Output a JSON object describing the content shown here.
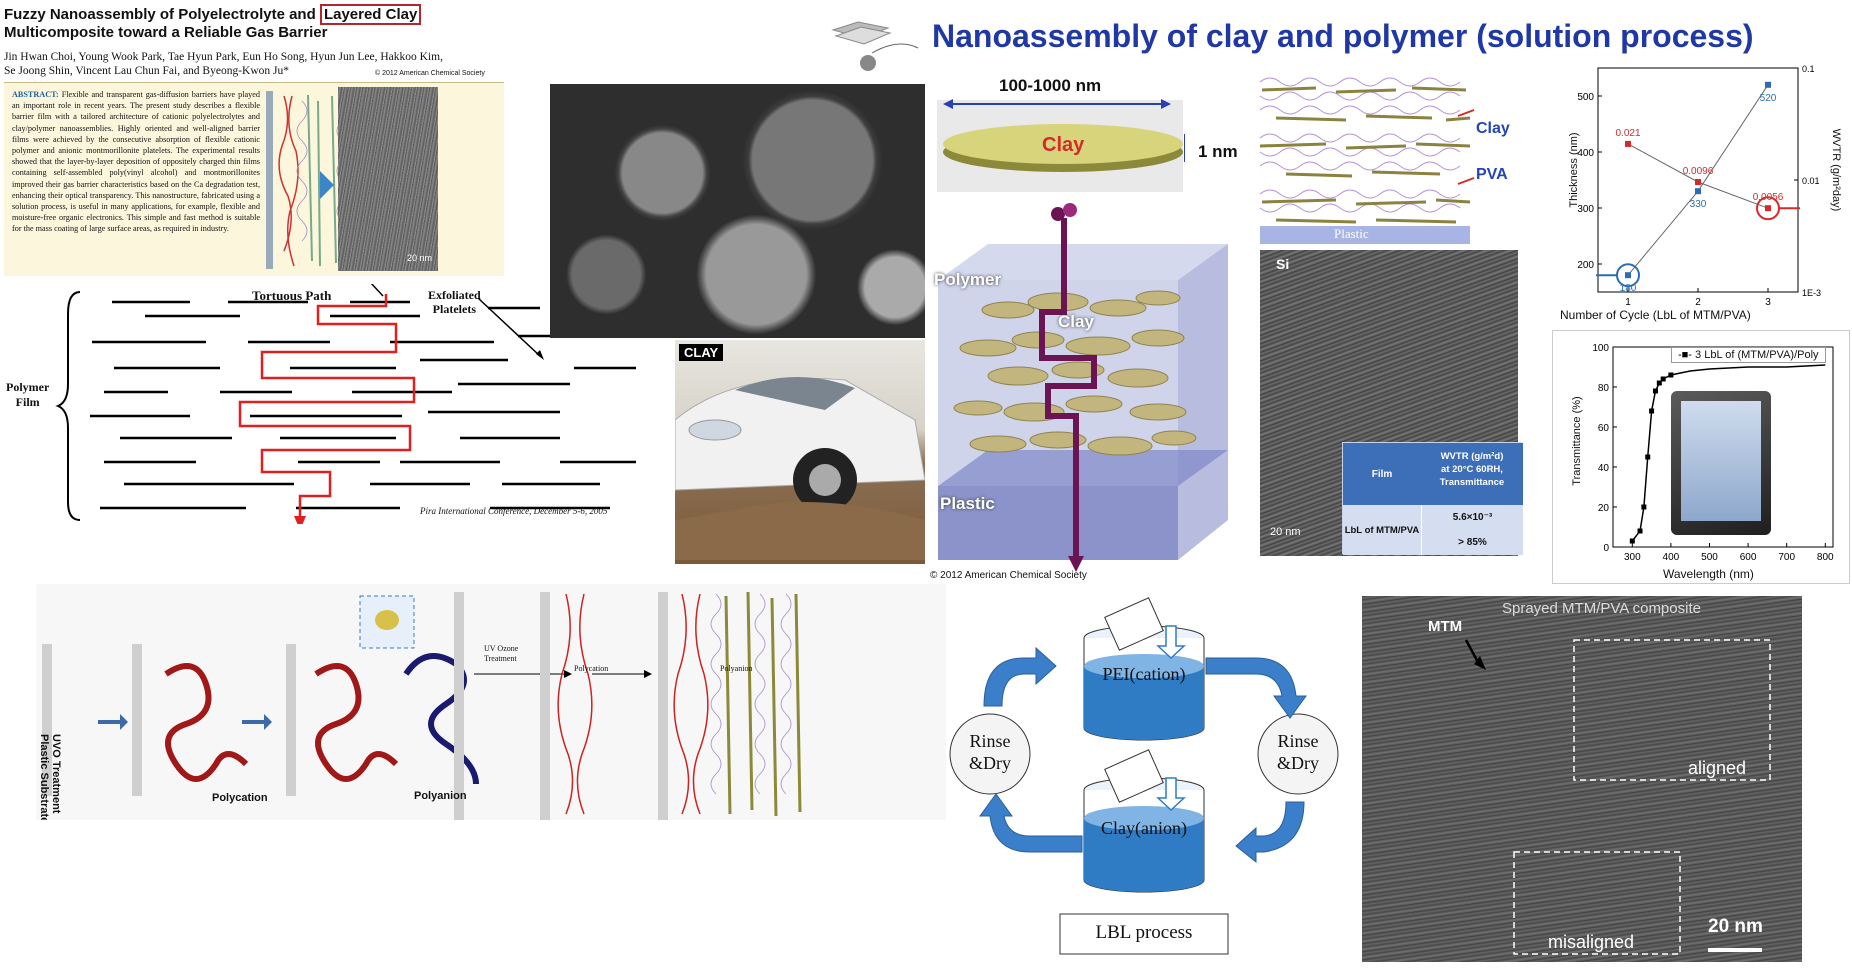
{
  "paper": {
    "title_part1": "Fuzzy Nanoassembly of Polyelectrolyte and",
    "title_boxed": "Layered Clay",
    "title_part2": "Multicomposite toward a Reliable Gas Barrier",
    "authors_line1": "Jin Hwan Choi, Young Wook Park, Tae Hyun Park, Eun Ho Song, Hyun Jun Lee, Hakkoo Kim,",
    "authors_line2": "Se Joong Shin, Vincent Lau Chun Fai, and Byeong-Kwon Ju*",
    "copyright": "© 2012 American Chemical Society",
    "abstract_label": "ABSTRACT:",
    "abstract_body": "Flexible and transparent gas-diffusion barriers have played an important role in recent years. The present study describes a flexible barrier film with a tailored architecture of cationic polyelectrolytes and clay/polymer nanoassemblies. Highly oriented and well-aligned barrier films were achieved by the consecutive absorption of flexible cationic polymer and anionic montmorillonite platelets. The experimental results showed that the layer-by-layer deposition of oppositely charged thin films containing self-assembled poly(vinyl alcohol) and montmorillonites improved their gas barrier characteristics based on the Ca degradation test, enhancing their optical transparency. This nanostructure, fabricated using a solution process, is useful in many applications, for example, flexible and moisture-free organic electronics. This simple and fast method is suitable for the mass coating of large surface areas, as required in industry.",
    "tem_scale": "20 nm"
  },
  "main_title": "Nanoassembly of clay and polymer (solution process)",
  "tortuous": {
    "tortuous_path": "Tortuous Path",
    "exfoliated_1": "Exfoliated",
    "exfoliated_2": "Platelets",
    "polymer_1": "Polymer",
    "polymer_2": "Film",
    "footer": "Pira International Conference, December 5-6, 2005"
  },
  "car_label": "CLAY",
  "platelet": {
    "size": "100-1000  nm",
    "clay": "Clay",
    "thickness": "1 nm"
  },
  "cube": {
    "polymer": "Polymer",
    "clay": "Clay",
    "plastic": "Plastic",
    "copyright": "© 2012 American Chemical Society"
  },
  "layers": {
    "clay": "Clay",
    "pva": "PVA",
    "plastic": "Plastic"
  },
  "tem_si": "Si",
  "tem_scale": "20 nm",
  "wvtr_table": {
    "h_film": "Film",
    "h_wvtr_1": "WVTR  (g/m²d)",
    "h_wvtr_2": "at 20°C 60RH,",
    "h_wvtr_3": "Transmittance",
    "row_film": "LbL of MTM/PVA",
    "row_wvtr": "5.6×10⁻³",
    "row_trans": "> 85%"
  },
  "thickness_chart": {
    "chart_data": {
      "type": "line",
      "x": [
        1,
        2,
        3
      ],
      "series": [
        {
          "name": "Thickness",
          "values": [
            180,
            330,
            520
          ],
          "labels": [
            "180",
            "330",
            "520"
          ],
          "color": "#2b6cb5",
          "axis": "left"
        },
        {
          "name": "WVTR",
          "values": [
            0.021,
            0.0096,
            0.0056
          ],
          "labels": [
            "0.021",
            "0.0096",
            "0.0056"
          ],
          "color": "#d42a2a",
          "axis": "right"
        }
      ],
      "xlabel": "Number of Cycle (LbL of MTM/PVA)",
      "ylabel": "Thickness (nm)",
      "y2label": "WVTR (g/m²day)",
      "ylim": [
        150,
        550
      ],
      "yticks": [
        "200",
        "300",
        "400",
        "500"
      ],
      "y2ticks": [
        "0.1",
        "0.01",
        "1E-3"
      ],
      "xticks": [
        "1",
        "2",
        "3"
      ]
    }
  },
  "transmittance_chart": {
    "chart_data": {
      "type": "line",
      "x": [
        300,
        320,
        330,
        340,
        350,
        360,
        370,
        380,
        400,
        450,
        500,
        600,
        700,
        800
      ],
      "series": [
        {
          "name": "3 LbL of (MTM/PVA)/Poly",
          "values": [
            3,
            8,
            20,
            45,
            68,
            78,
            82,
            84,
            86,
            88,
            89,
            90,
            90,
            91
          ]
        }
      ],
      "xlabel": "Wavelength (nm)",
      "ylabel": "Transmittance (%)",
      "xlim": [
        250,
        820
      ],
      "ylim": [
        0,
        100
      ],
      "xticks": [
        "300",
        "400",
        "500",
        "600",
        "700",
        "800"
      ],
      "yticks": [
        "0",
        "20",
        "40",
        "60",
        "80",
        "100"
      ],
      "legend": "3 LbL of (MTM/PVA)/Poly"
    }
  },
  "lbl_scheme": {
    "uvo_1": "UVO Treatment",
    "uvo_2": "Plastic Substrate",
    "polycation": "Polycation",
    "polyanion": "Polyanion",
    "uv_ozone_1": "UV Ozone",
    "uv_ozone_2": "Treatment",
    "arrow_polycation": "Polycation",
    "arrow_polyanion": "Polyanion"
  },
  "lbl_process": {
    "pei": "PEI(cation)",
    "clay": "Clay(anion)",
    "rinse_left_1": "Rinse",
    "rinse_left_2": "&Dry",
    "rinse_right_1": "Rinse",
    "rinse_right_2": "&Dry",
    "label": "LBL process"
  },
  "sprayed_tem": {
    "title": "Sprayed MTM/PVA composite",
    "mtm": "MTM",
    "aligned": "aligned",
    "misaligned": "misaligned",
    "scale": "20 nm"
  },
  "colors": {
    "title_blue": "#1f38a6",
    "red": "#d42a2a",
    "clay_gold": "#c6c06d"
  }
}
